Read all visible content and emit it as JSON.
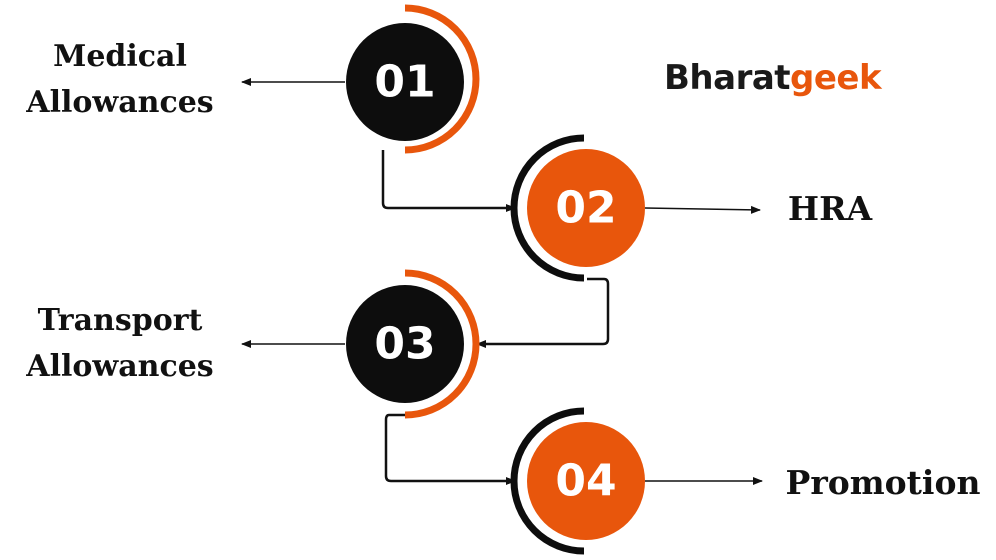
{
  "logo": {
    "part1": "Bharat",
    "part2": "geek"
  },
  "colors": {
    "orange": "#E8560C",
    "black": "#0D0D0D",
    "arc_black": "#0D0D0D"
  },
  "steps": [
    {
      "number": "01",
      "fill": "black",
      "label_lines": [
        "Medical",
        "Allowances"
      ]
    },
    {
      "number": "02",
      "fill": "orange",
      "label_lines": [
        "HRA"
      ]
    },
    {
      "number": "03",
      "fill": "black",
      "label_lines": [
        "Transport",
        "Allowances"
      ]
    },
    {
      "number": "04",
      "fill": "orange",
      "label_lines": [
        "Promotion"
      ]
    }
  ]
}
